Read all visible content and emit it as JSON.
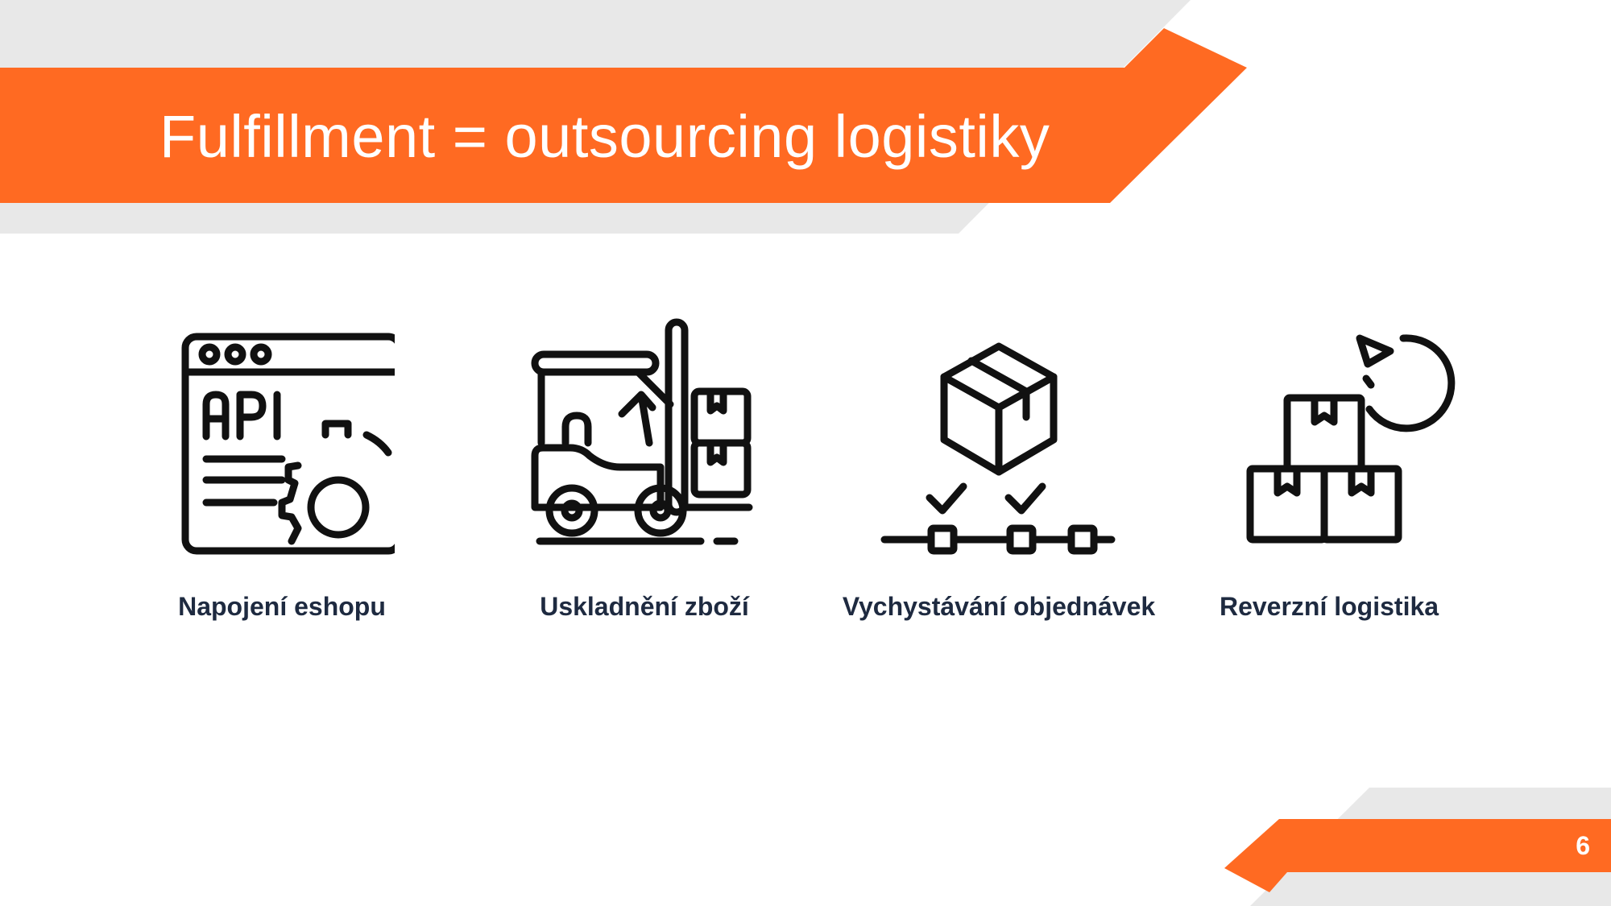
{
  "slide": {
    "title": "Fulfillment = outsourcing logistiky",
    "page_number": "6",
    "colors": {
      "accent": "#ff6a22",
      "light_gray": "#e8e8e8",
      "text_dark": "#1e2a40",
      "icon": "#111111"
    }
  },
  "features": [
    {
      "icon": "api-browser-gear-icon",
      "label": "Napojení eshopu"
    },
    {
      "icon": "forklift-boxes-icon",
      "label": "Uskladnění zboží"
    },
    {
      "icon": "box-checklist-icon",
      "label": "Vychystávání objednávek"
    },
    {
      "icon": "boxes-return-arrow-icon",
      "label": "Reverzní logistika"
    }
  ]
}
